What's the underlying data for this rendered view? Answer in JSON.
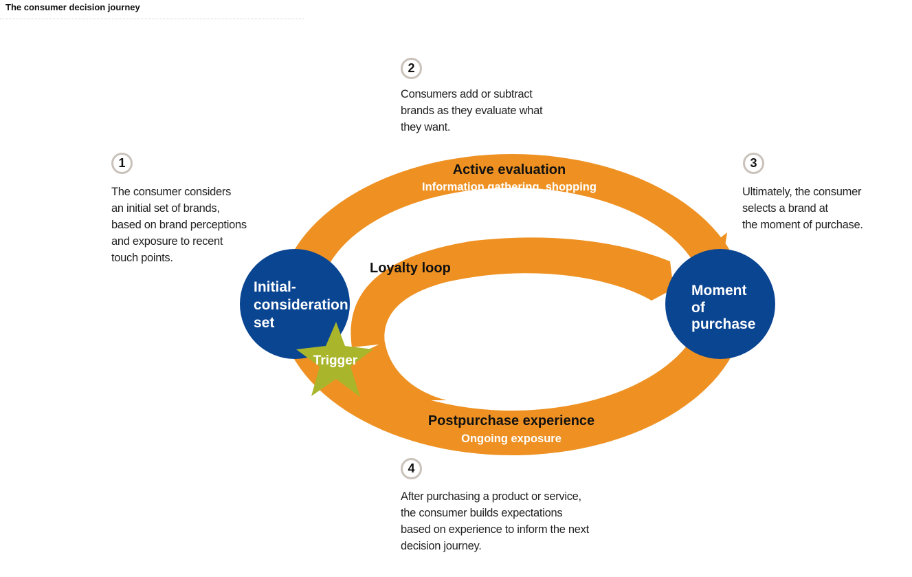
{
  "title": "The consumer decision journey",
  "steps": [
    {
      "number": "1",
      "text": "The consumer considers\nan initial set of brands,\nbased on brand perceptions\nand exposure to recent\ntouch points."
    },
    {
      "number": "2",
      "text": "Consumers add or subtract\nbrands as they evaluate what\nthey want."
    },
    {
      "number": "3",
      "text": "Ultimately, the consumer\nselects a brand at\nthe moment of purchase."
    },
    {
      "number": "4",
      "text": "After purchasing a product or service,\nthe consumer builds expectations\nbased on experience to inform the next\ndecision journey."
    }
  ],
  "diagram": {
    "active_evaluation": {
      "title": "Active evaluation",
      "subtitle": "Information gathering, shopping"
    },
    "loyalty_loop": "Loyalty loop",
    "postpurchase": {
      "title": "Postpurchase experience",
      "subtitle": "Ongoing exposure"
    },
    "initial_set": [
      "Initial-",
      "consideration",
      "set"
    ],
    "moment_of_purchase": [
      "Moment",
      "of",
      "purchase"
    ],
    "trigger": "Trigger"
  },
  "colors": {
    "orange": "#ee9122",
    "blue": "#0a4592",
    "green": "#a9b52a",
    "circle_border": "#c9c2bb"
  }
}
